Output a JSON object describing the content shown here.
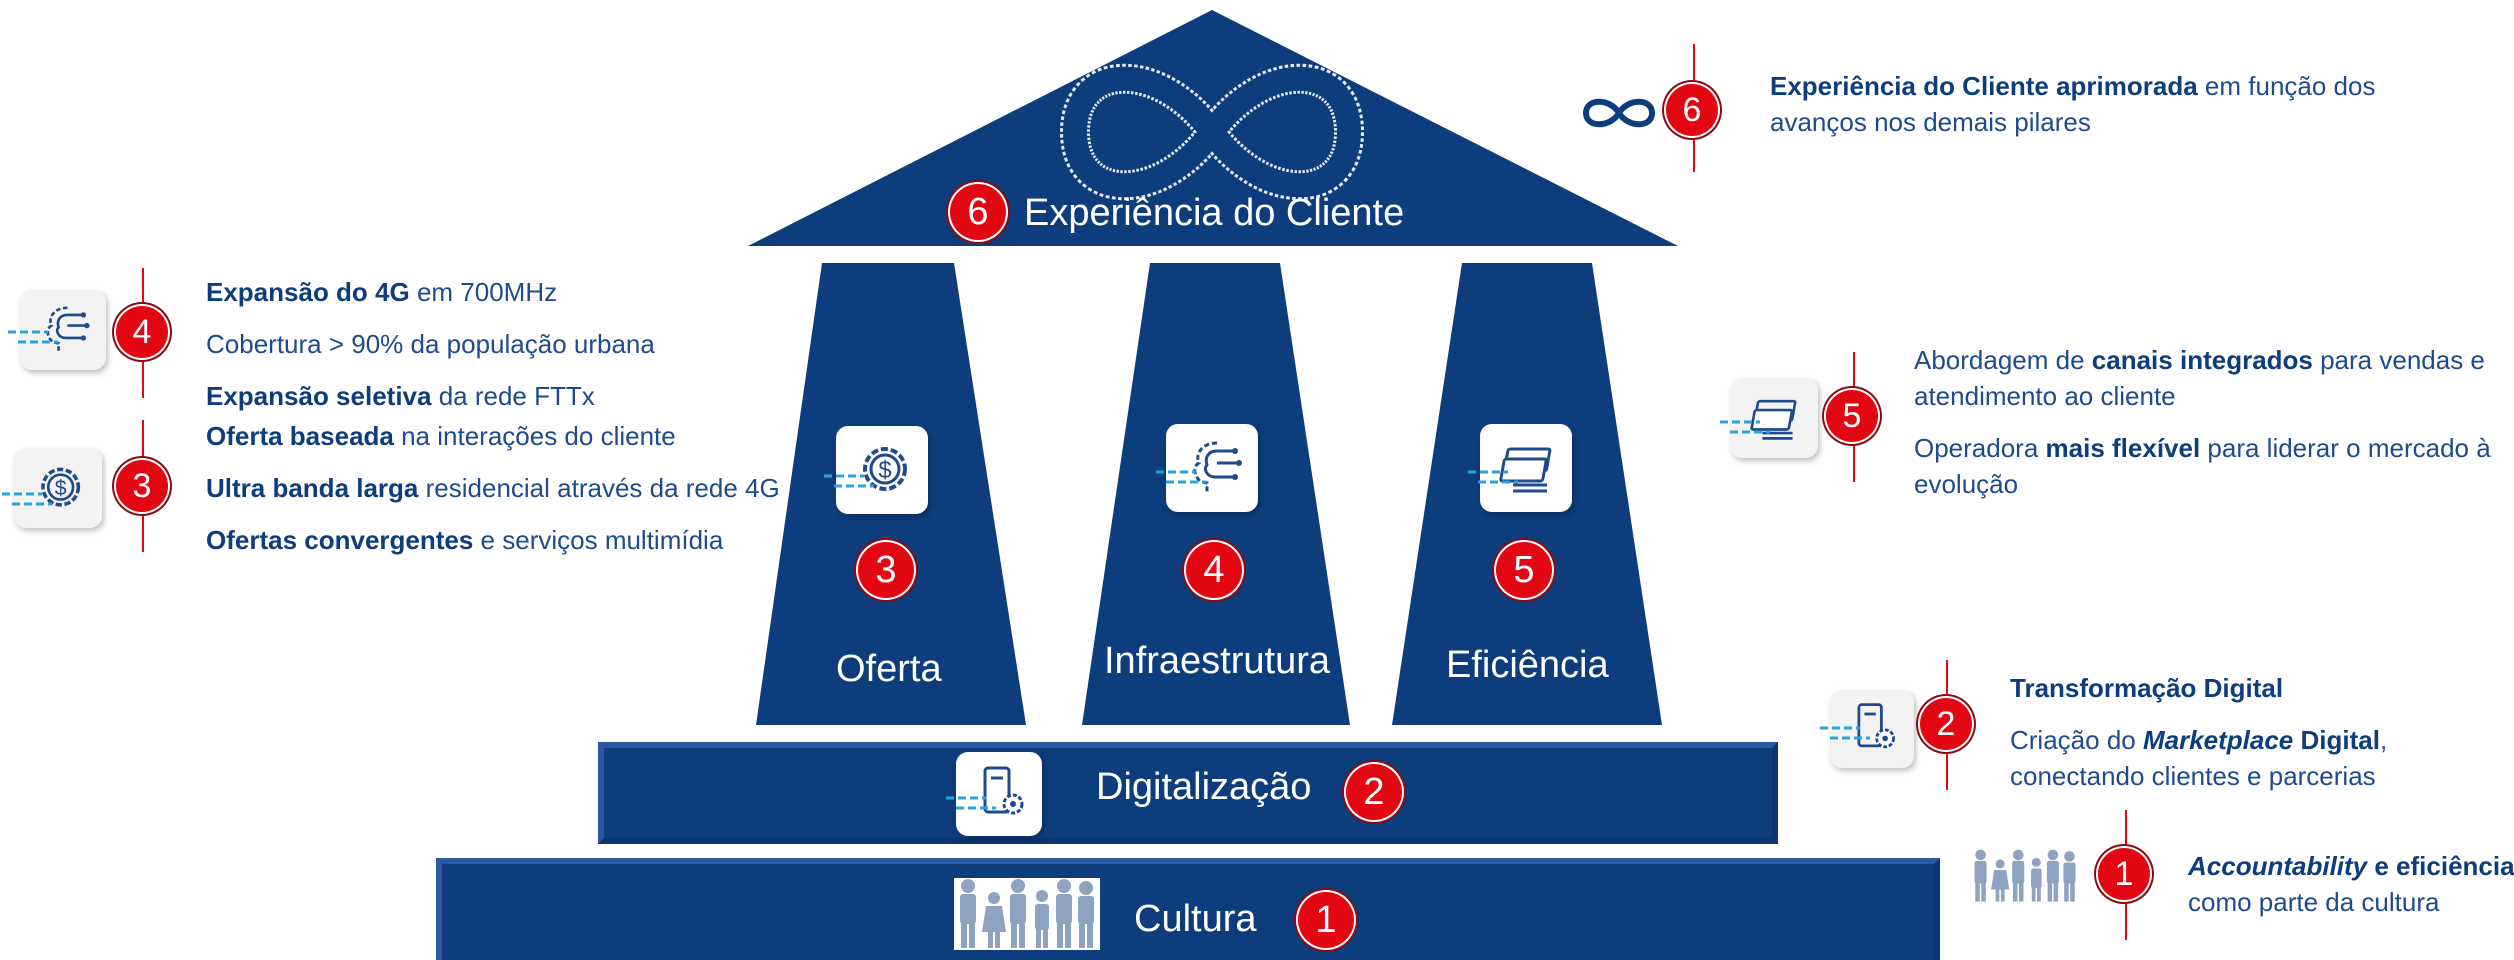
{
  "colors": {
    "navy": "#0e3d7d",
    "red": "#e30613",
    "text": "#1e4b8c",
    "icon_gray": "#8da3c1"
  },
  "roof": {
    "label": "Experiência do Cliente",
    "number": "6",
    "icon": "infinity-icon"
  },
  "pillars": [
    {
      "label": "Oferta",
      "number": "3",
      "icon": "dollar-gear-icon"
    },
    {
      "label": "Infraestrutura",
      "number": "4",
      "icon": "circuit-brain-icon"
    },
    {
      "label": "Eficiência",
      "number": "5",
      "icon": "money-stack-icon"
    }
  ],
  "digital_bar": {
    "label": "Digitalização",
    "number": "2",
    "icon": "phone-gear-icon"
  },
  "culture_bar": {
    "label": "Cultura",
    "number": "1",
    "icon": "people-group-icon"
  },
  "callouts": {
    "c6": {
      "number": "6",
      "line1_bold": "Experiência do Cliente aprimorada",
      "line1_rest": " em função dos",
      "line2": "avanços nos demais pilares"
    },
    "c4": {
      "number": "4",
      "items": [
        {
          "bold": "Expansão do 4G",
          "rest": " em 700MHz"
        },
        {
          "bold": "",
          "rest": "Cobertura > 90% da população urbana"
        },
        {
          "bold": "Expansão seletiva",
          "rest": " da rede FTTx"
        }
      ]
    },
    "c3": {
      "number": "3",
      "items": [
        {
          "bold": "Oferta baseada",
          "rest": " na interações do cliente"
        },
        {
          "bold": "Ultra banda larga",
          "rest": " residencial através da rede 4G"
        },
        {
          "bold": "Ofertas convergentes",
          "rest": " e serviços multimídia"
        }
      ]
    },
    "c5": {
      "number": "5",
      "p1_pre": "Abordagem de ",
      "p1_bold": "canais integrados",
      "p1_rest": " para vendas e atendimento ao cliente",
      "p2_pre": "Operadora ",
      "p2_bold": "mais flexível",
      "p2_rest": " para liderar o mercado à evolução"
    },
    "c2": {
      "number": "2",
      "title": "Transformação Digital",
      "line2_pre": "Criação do ",
      "line2_italic": "Marketplace",
      "line2_bold": " Digital",
      "line2_rest": ",",
      "line3": "conectando clientes e parcerias"
    },
    "c1": {
      "number": "1",
      "line1_italic": "Accountability",
      "line1_bold": " e eficiência",
      "line2": "como parte da cultura"
    }
  }
}
